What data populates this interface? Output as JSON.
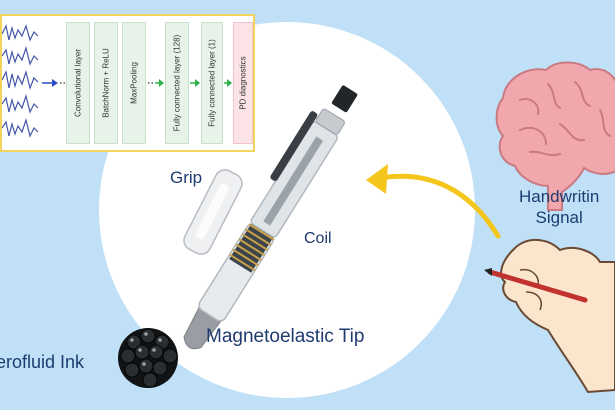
{
  "network": {
    "layers": [
      "Convolutional layer",
      "BatchNorm + ReLU",
      "MaxPooling",
      "Fully connected layer (128)",
      "Fully connected layer (1)",
      "PD diagnostics"
    ]
  },
  "labels": {
    "grip": "Grip",
    "coil": "Coil",
    "tip": "Magnetoelastic Tip",
    "ink": "erofluid Ink",
    "handwriting_line1": "Handwritin",
    "handwriting_line2": "Signal"
  },
  "colors": {
    "background": "#bfe0f7",
    "circle": "#ffffff",
    "label_text": "#1f3b70",
    "arrow": "#f4c51a",
    "panel_border": "#f2d35c",
    "layer_fill": "#e7f3e8",
    "diagnostics_fill": "#fbe3e6",
    "flow_arrow_blue": "#2a4fc2",
    "flow_arrow_green": "#2bb34a",
    "brain": "#f2a7ad"
  }
}
